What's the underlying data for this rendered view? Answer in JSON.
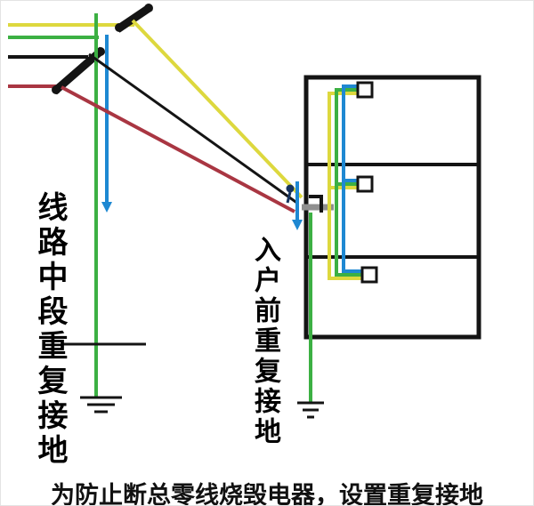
{
  "labels": {
    "left_vertical": "线路中段重复接地",
    "middle_vertical": "入户前重复接地",
    "caption": "为防止断总零线烧毁电器，设置重复接地"
  },
  "colors": {
    "phase_yellow": "#ddd83e",
    "wire_green": "#3cb043",
    "wire_blue": "#1e88d2",
    "wire_red": "#a93642",
    "structure_black": "#141414",
    "meter_gray": "#8f8f8f",
    "background": "#ffffff"
  },
  "diagram": {
    "type": "electrical-wiring",
    "building_floors": 3,
    "outlet_count": 3,
    "ground_symbol_count": 2,
    "icons": {
      "ground_symbol": "earth-ground",
      "outlet": "wall-outlet",
      "crossarm": "pole-crossarm",
      "figure": "lineman"
    }
  }
}
